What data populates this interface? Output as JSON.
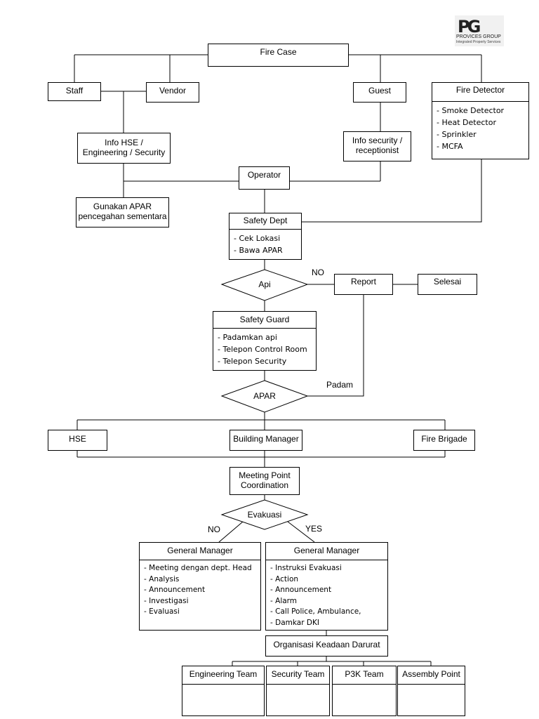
{
  "logo": {
    "mark": "PG",
    "name": "PROVICES GROUP",
    "tagline": "Integrated Property Services"
  },
  "nodes": {
    "fire_case": "Fire Case",
    "staff": "Staff",
    "vendor": "Vendor",
    "guest": "Guest",
    "fire_detector": {
      "title": "Fire Detector",
      "items": [
        "Smoke Detector",
        "Heat Detector",
        "Sprinkler",
        "MCFA"
      ]
    },
    "info_hse": [
      "Info HSE /",
      "Engineering / Security"
    ],
    "info_security": [
      "Info security /",
      "receptionist"
    ],
    "operator": "Operator",
    "gunakan_apar": [
      "Gunakan APAR",
      "pencegahan sementara"
    ],
    "safety_dept": {
      "title": "Safety Dept",
      "items": [
        "Cek Lokasi",
        "Bawa APAR"
      ]
    },
    "api": "Api",
    "report": "Report",
    "selesai": "Selesai",
    "safety_guard": {
      "title": "Safety Guard",
      "items": [
        "Padamkan api",
        "Telepon Control Room",
        "Telepon Security"
      ]
    },
    "apar": "APAR",
    "hse": "HSE",
    "building_manager": "Building Manager",
    "fire_brigade": "Fire Brigade",
    "meeting_point": [
      "Meeting Point",
      "Coordination"
    ],
    "evakuasi": "Evakuasi",
    "gm_no": {
      "title": "General Manager",
      "items": [
        "Meeting dengan dept. Head",
        "Analysis",
        "Announcement",
        "Investigasi",
        "Evaluasi"
      ]
    },
    "gm_yes": {
      "title": "General Manager",
      "items": [
        "Instruksi Evakuasi",
        "Action",
        "Announcement",
        "Alarm",
        "Call Police, Ambulance,",
        "Damkar DKI"
      ]
    },
    "organisasi": "Organisasi Keadaan Darurat",
    "engineering_team": "Engineering Team",
    "security_team": "Security Team",
    "p3k_team": "P3K Team",
    "assembly_point": "Assembly Point"
  },
  "edge_labels": {
    "no_api": "NO",
    "padam": "Padam",
    "no_evakuasi": "NO",
    "yes_evakuasi": "YES"
  }
}
